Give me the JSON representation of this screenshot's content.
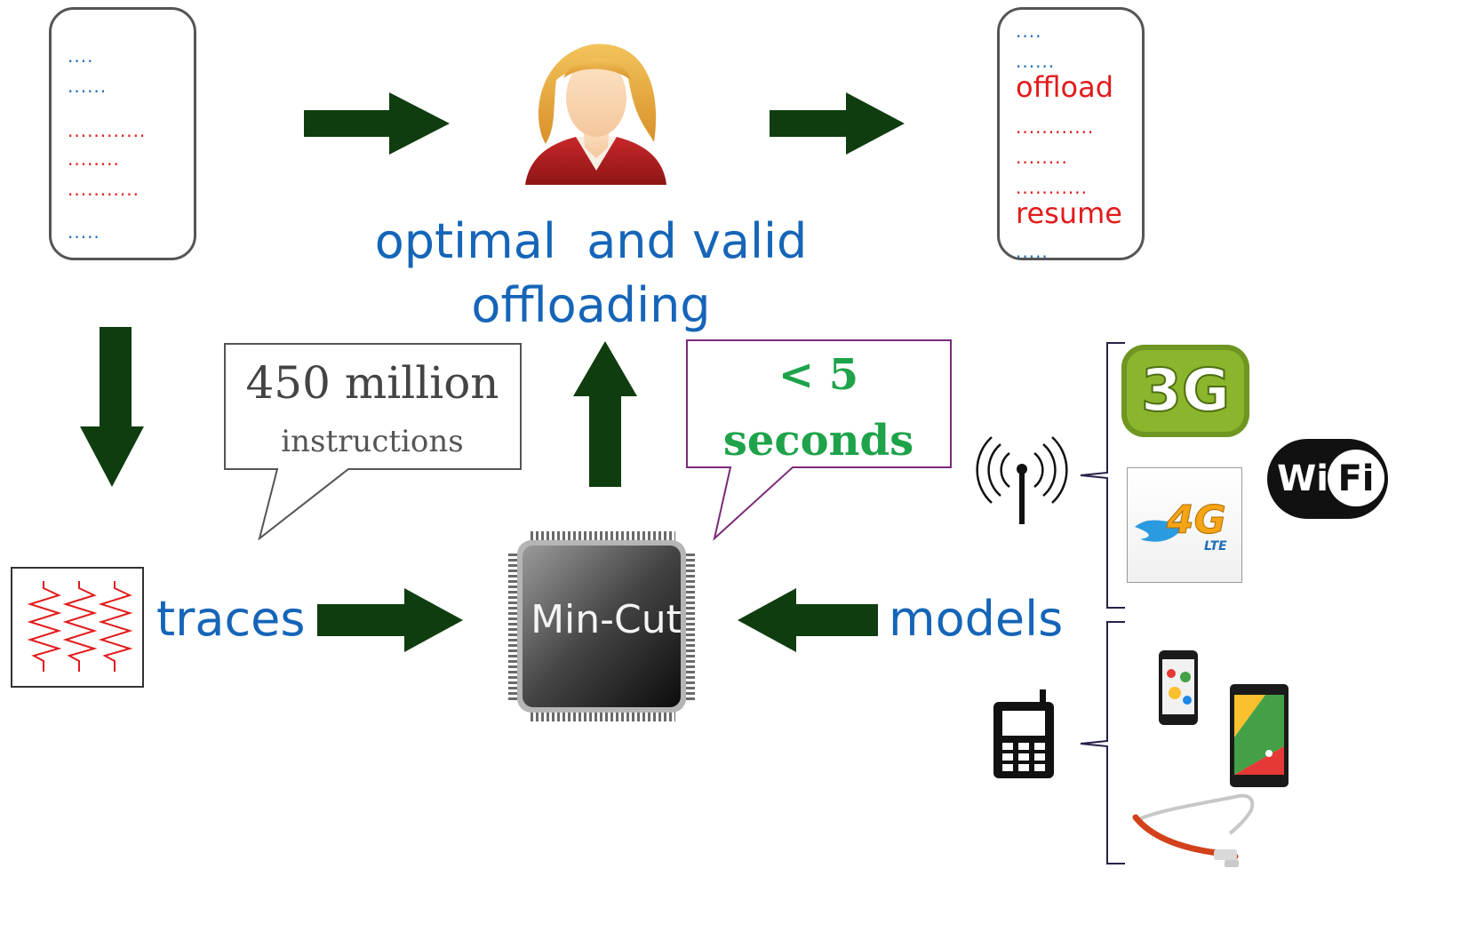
{
  "source_code": {
    "lines": [
      {
        "text": "....",
        "color": "blue"
      },
      {
        "text": "......",
        "color": "blue"
      },
      {
        "text": "............",
        "color": "red"
      },
      {
        "text": "........",
        "color": "red"
      },
      {
        "text": "...........",
        "color": "red"
      },
      {
        "text": ".....",
        "color": "blue"
      }
    ]
  },
  "result_code": {
    "lines": [
      {
        "text": "....",
        "color": "blue"
      },
      {
        "text": "......",
        "color": "blue"
      },
      {
        "text": "offload",
        "color": "red"
      },
      {
        "text": "............",
        "color": "red"
      },
      {
        "text": "........",
        "color": "red"
      },
      {
        "text": "...........",
        "color": "red"
      },
      {
        "text": "resume",
        "color": "red"
      },
      {
        "text": ".....",
        "color": "blue"
      }
    ]
  },
  "labels": {
    "goal_line1": "optimal  and valid",
    "goal_line2": "offloading",
    "traces": "traces",
    "models": "models",
    "solver": "Min-Cut"
  },
  "callouts": {
    "instructions_count": "450 million",
    "instructions_unit": "instructions",
    "time_value": "< 5",
    "time_unit": "seconds"
  },
  "badges": {
    "three_g": "3G",
    "four_g": "4G",
    "lte": "LTE",
    "wifi_a": "Wi",
    "wifi_b": "Fi"
  },
  "colors": {
    "arrow": "#0f3d0f",
    "label_blue": "#1565b8",
    "code_blue": "#1f6fbd",
    "code_red": "#e11b1b",
    "time_green": "#1ea34a",
    "callout_purple": "#7a2a7a"
  }
}
